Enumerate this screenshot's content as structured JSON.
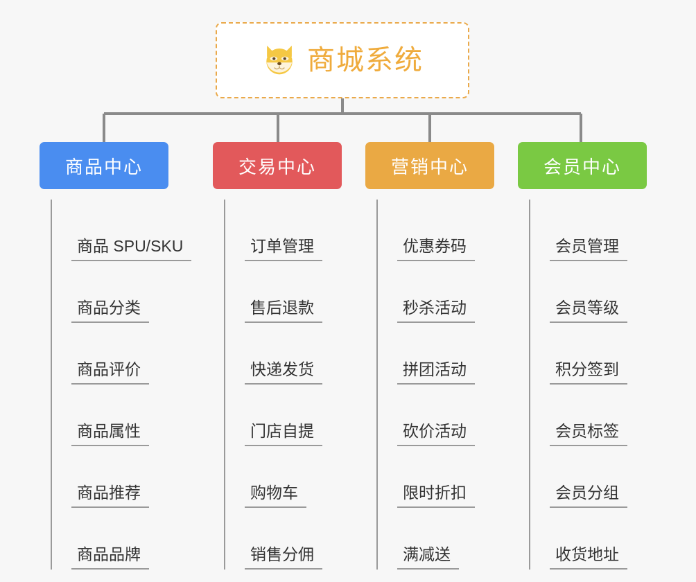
{
  "page": {
    "background_color": "#f7f7f7",
    "line_color": "#8a8a8a"
  },
  "root": {
    "title": "商城系统",
    "icon": "shiba-dog-face-icon",
    "text_color": "#efab3c",
    "border_color": "#eaa94a"
  },
  "branches": [
    {
      "label": "商品中心",
      "color": "#4a8df0",
      "items": [
        "商品 SPU/SKU",
        "商品分类",
        "商品评价",
        "商品属性",
        "商品推荐",
        "商品品牌"
      ]
    },
    {
      "label": "交易中心",
      "color": "#e2595b",
      "items": [
        "订单管理",
        "售后退款",
        "快递发货",
        "门店自提",
        "购物车",
        "销售分佣"
      ]
    },
    {
      "label": "营销中心",
      "color": "#eaa944",
      "items": [
        "优惠券码",
        "秒杀活动",
        "拼团活动",
        "砍价活动",
        "限时折扣",
        "满减送"
      ]
    },
    {
      "label": "会员中心",
      "color": "#7ac943",
      "items": [
        "会员管理",
        "会员等级",
        "积分签到",
        "会员标签",
        "会员分组",
        "收货地址"
      ]
    }
  ]
}
